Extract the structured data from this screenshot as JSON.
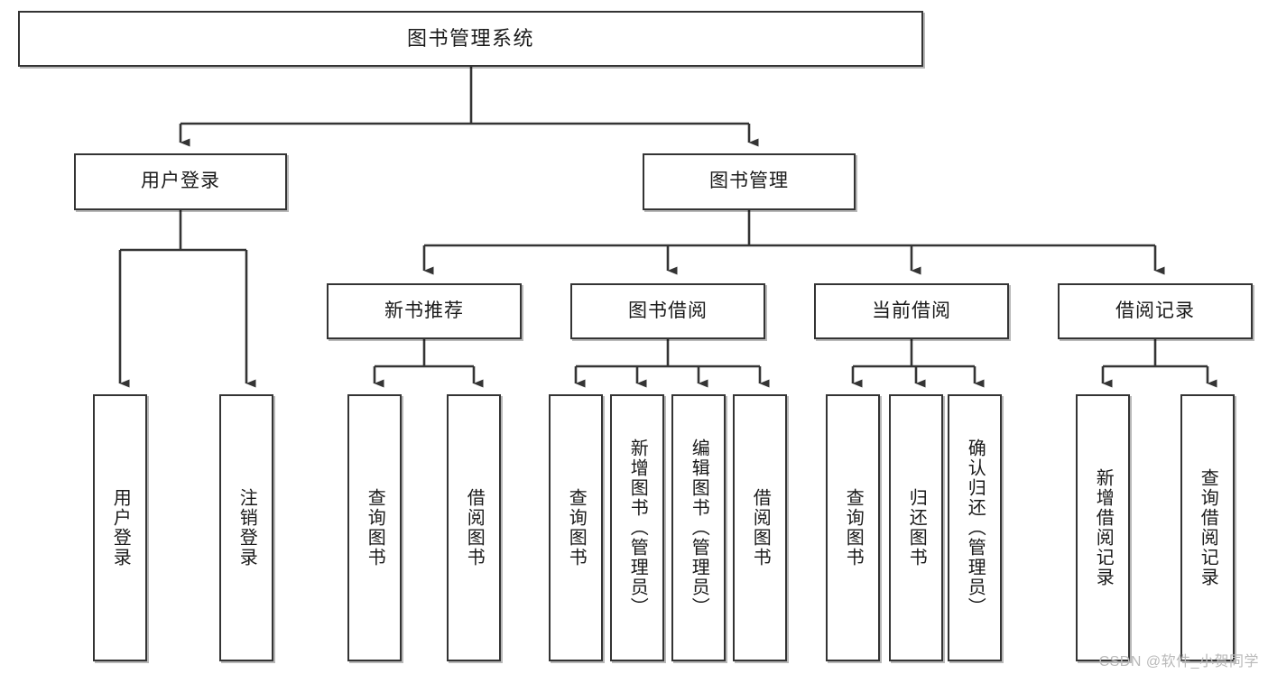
{
  "diagram": {
    "title": "图书管理系统",
    "watermark": "CSDN @软件_小贺同学",
    "line_color": "#343434",
    "box_border_color": "#343434",
    "box_fill_color": "#ffffff",
    "text_color": "#1a1a1a"
  },
  "levels": {
    "level1": [
      {
        "id": "root",
        "label": "图书管理系统"
      }
    ],
    "level2": [
      {
        "id": "user-login",
        "label": "用户登录"
      },
      {
        "id": "book-management",
        "label": "图书管理"
      }
    ],
    "level3": [
      {
        "id": "new-book-recommend",
        "label": "新书推荐",
        "parent": "book-management"
      },
      {
        "id": "book-borrow",
        "label": "图书借阅",
        "parent": "book-management"
      },
      {
        "id": "current-borrow",
        "label": "当前借阅",
        "parent": "book-management"
      },
      {
        "id": "borrow-record",
        "label": "借阅记录",
        "parent": "book-management"
      }
    ],
    "leaves": {
      "user_login": [
        {
          "id": "leaf-user-login",
          "label": "用户登录"
        },
        {
          "id": "leaf-user-logout",
          "label": "注销登录"
        }
      ],
      "new_book_recommend": [
        {
          "id": "leaf-query-book-1",
          "label": "查询图书"
        },
        {
          "id": "leaf-borrow-book-1",
          "label": "借阅图书"
        }
      ],
      "book_borrow": [
        {
          "id": "leaf-query-book-2",
          "label": "查询图书"
        },
        {
          "id": "leaf-add-book",
          "label": "新增图书（管理员）"
        },
        {
          "id": "leaf-edit-book",
          "label": "编辑图书（管理员）"
        },
        {
          "id": "leaf-borrow-book-2",
          "label": "借阅图书"
        }
      ],
      "current_borrow": [
        {
          "id": "leaf-query-book-3",
          "label": "查询图书"
        },
        {
          "id": "leaf-return-book",
          "label": "归还图书"
        },
        {
          "id": "leaf-confirm-return",
          "label": "确认归还（管理员）"
        }
      ],
      "borrow_record": [
        {
          "id": "leaf-add-record",
          "label": "新增借阅记录"
        },
        {
          "id": "leaf-query-record",
          "label": "查询借阅记录"
        }
      ]
    }
  }
}
